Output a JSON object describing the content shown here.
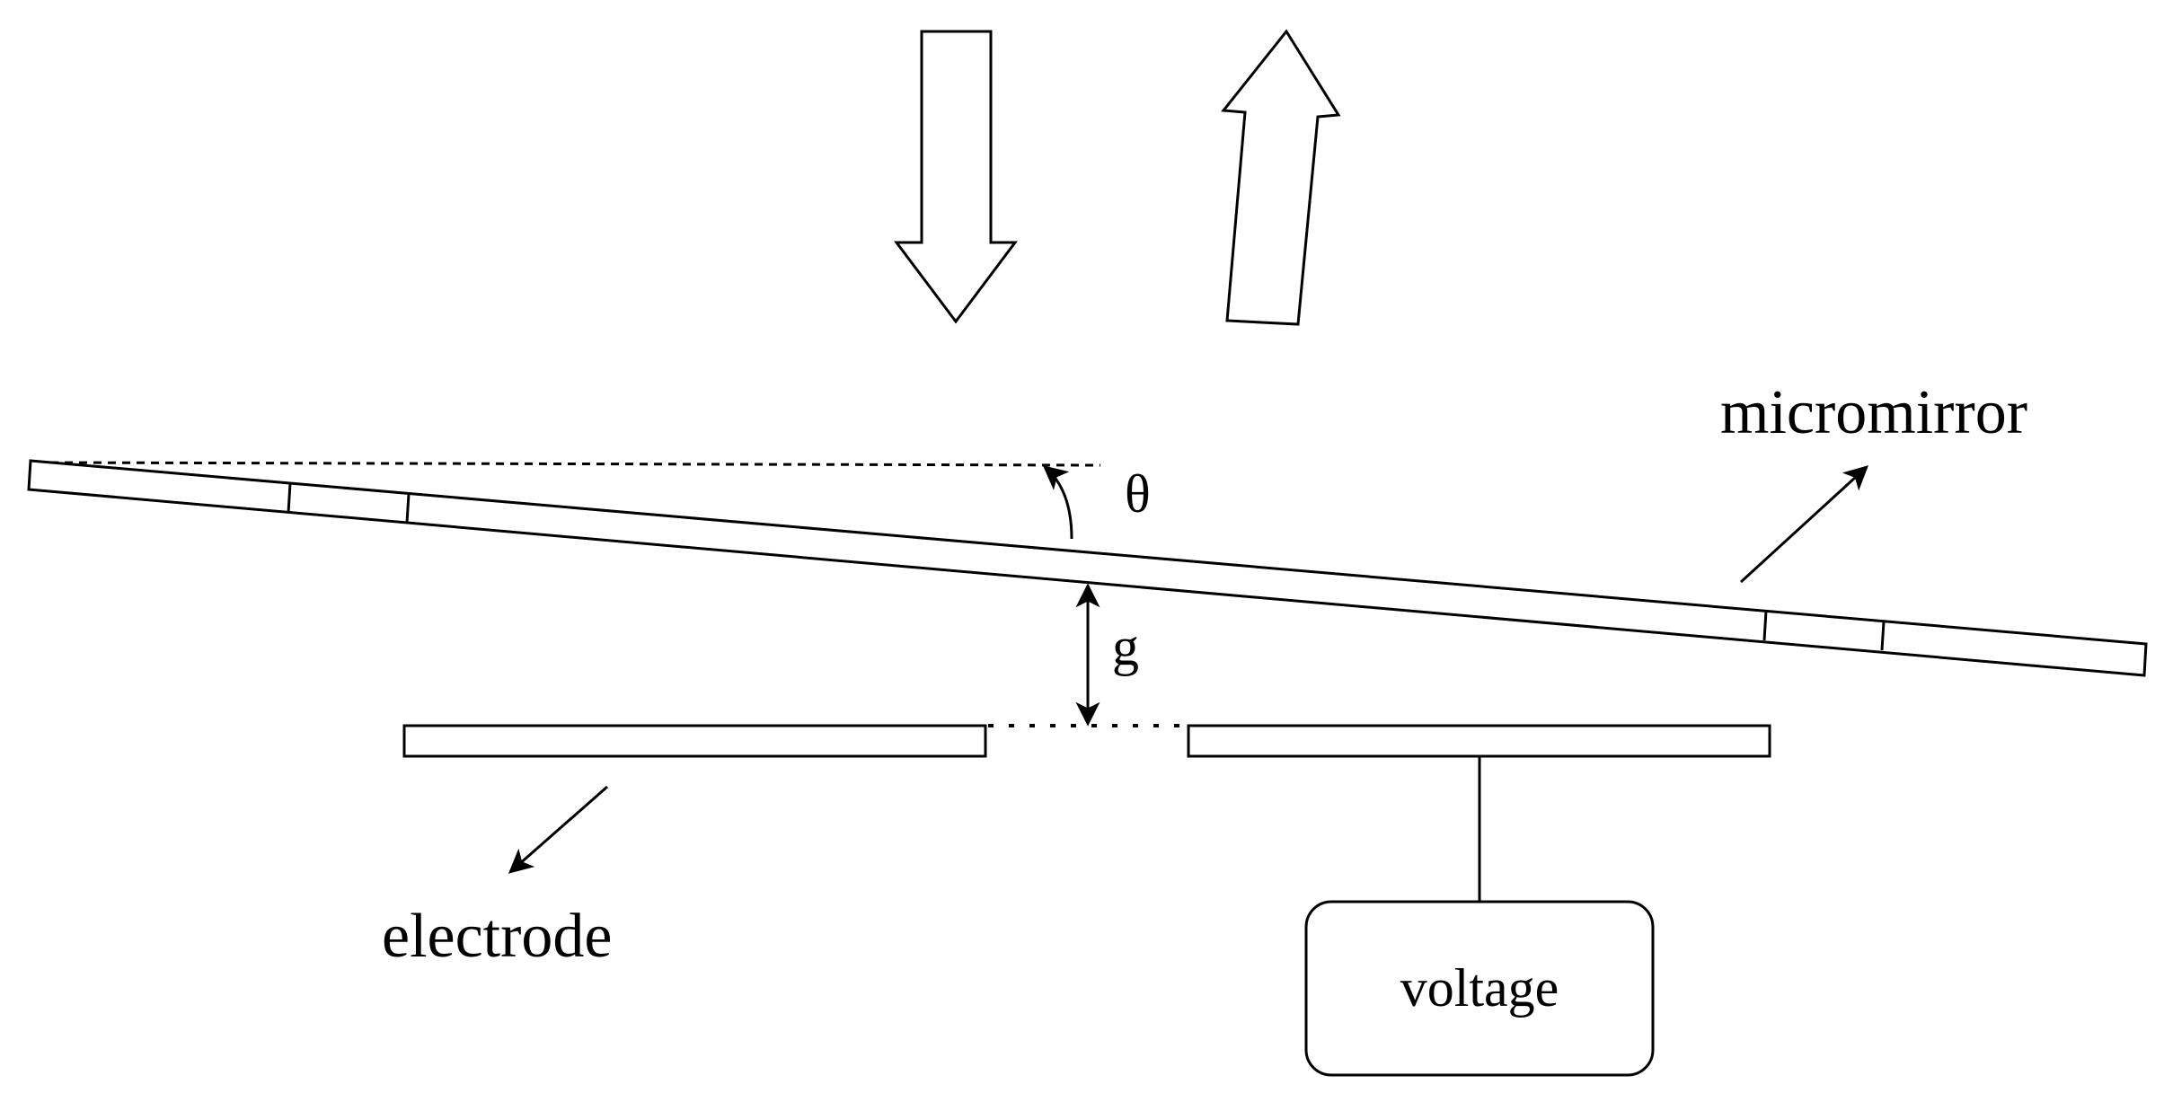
{
  "labels": {
    "micromirror": "micromirror",
    "electrode": "electrode",
    "voltage": "voltage",
    "gap": "g",
    "angle": "θ"
  },
  "colors": {
    "stroke": "#000000",
    "background": "#ffffff"
  }
}
